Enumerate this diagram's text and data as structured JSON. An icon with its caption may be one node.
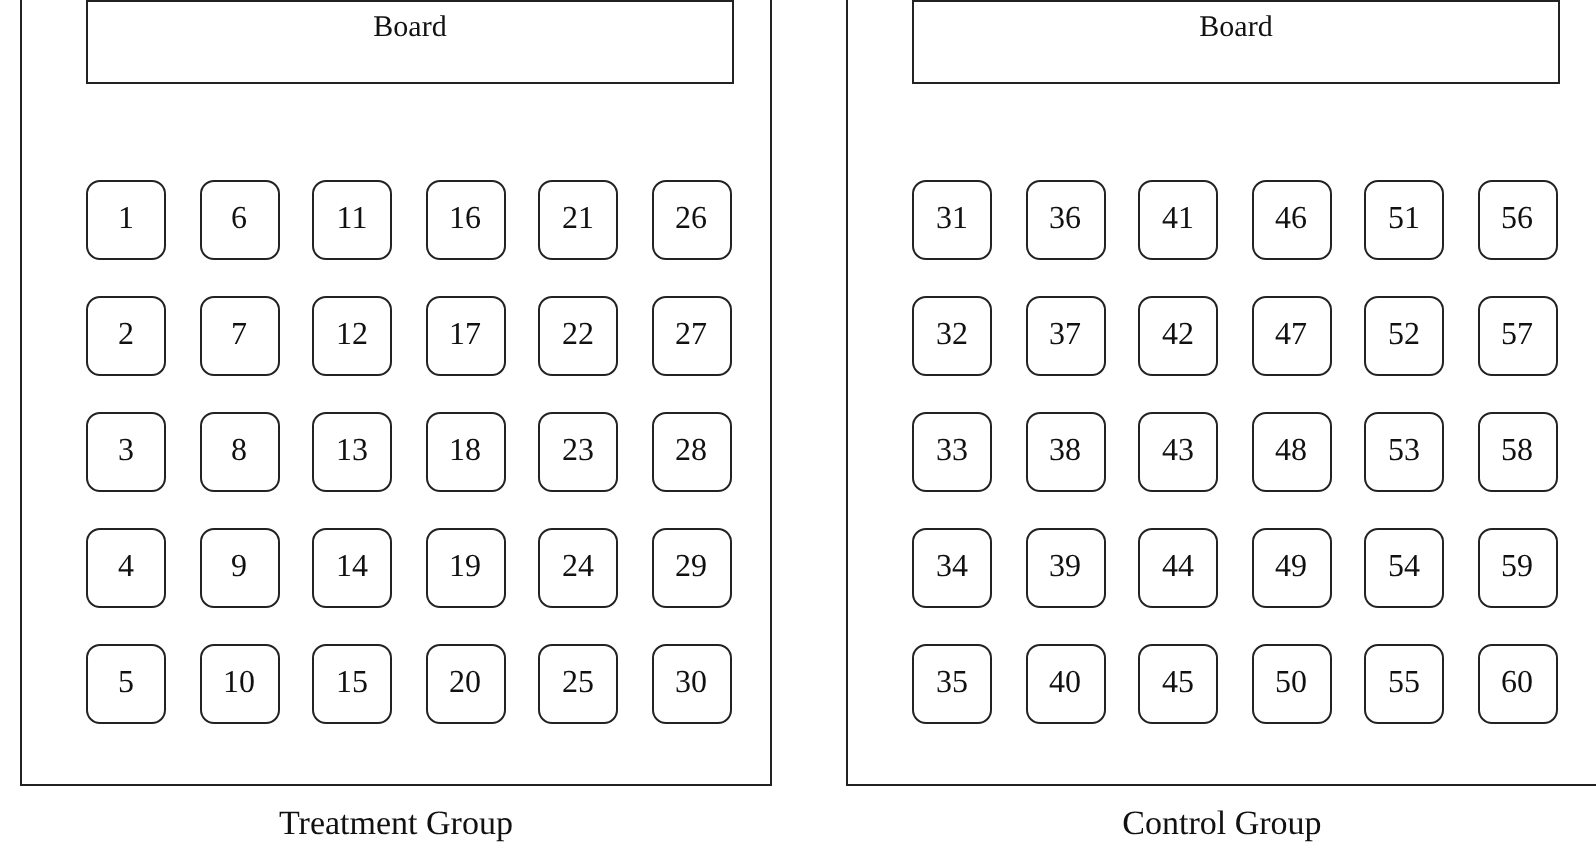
{
  "diagram": {
    "nodes": [
      {
        "text": [
          "Treatment Group"
        ]
      },
      {
        "text": [
          "Board"
        ],
        "in": 0
      },
      {
        "text": [
          "1"
        ],
        "in": 0
      },
      {
        "text": [
          "2"
        ],
        "in": 0
      },
      {
        "text": [
          "3"
        ],
        "in": 0
      },
      {
        "text": [
          "4"
        ],
        "in": 0
      },
      {
        "text": [
          "5"
        ],
        "in": 0
      },
      {
        "text": [
          "6"
        ],
        "in": 0
      },
      {
        "text": [
          "7"
        ],
        "in": 0
      },
      {
        "text": [
          "8"
        ],
        "in": 0
      },
      {
        "text": [
          "9"
        ],
        "in": 0
      },
      {
        "text": [
          "10"
        ],
        "in": 0
      },
      {
        "text": [
          "11"
        ],
        "in": 0
      },
      {
        "text": [
          "12"
        ],
        "in": 0
      },
      {
        "text": [
          "13"
        ],
        "in": 0
      },
      {
        "text": [
          "14"
        ],
        "in": 0
      },
      {
        "text": [
          "15"
        ],
        "in": 0
      },
      {
        "text": [
          "16"
        ],
        "in": 0
      },
      {
        "text": [
          "17"
        ],
        "in": 0
      },
      {
        "text": [
          "18"
        ],
        "in": 0
      },
      {
        "text": [
          "19"
        ],
        "in": 0
      },
      {
        "text": [
          "20"
        ],
        "in": 0
      },
      {
        "text": [
          "21"
        ],
        "in": 0
      },
      {
        "text": [
          "22"
        ],
        "in": 0
      },
      {
        "text": [
          "23"
        ],
        "in": 0
      },
      {
        "text": [
          "24"
        ],
        "in": 0
      },
      {
        "text": [
          "25"
        ],
        "in": 0
      },
      {
        "text": [
          "26"
        ],
        "in": 0
      },
      {
        "text": [
          "27"
        ],
        "in": 0
      },
      {
        "text": [
          "28"
        ],
        "in": 0
      },
      {
        "text": [
          "29"
        ],
        "in": 0
      },
      {
        "text": [
          "30"
        ],
        "in": 0
      },
      {
        "text": [
          "Control Group"
        ]
      },
      {
        "text": [
          "Board"
        ],
        "in": 32
      },
      {
        "text": [
          "31"
        ],
        "in": 32
      },
      {
        "text": [
          "32"
        ],
        "in": 32
      },
      {
        "text": [
          "33"
        ],
        "in": 32
      },
      {
        "text": [
          "34"
        ],
        "in": 32
      },
      {
        "text": [
          "35"
        ],
        "in": 32
      },
      {
        "text": [
          "36"
        ],
        "in": 32
      },
      {
        "text": [
          "37"
        ],
        "in": 32
      },
      {
        "text": [
          "38"
        ],
        "in": 32
      },
      {
        "text": [
          "39"
        ],
        "in": 32
      },
      {
        "text": [
          "40"
        ],
        "in": 32
      },
      {
        "text": [
          "41"
        ],
        "in": 32
      },
      {
        "text": [
          "42"
        ],
        "in": 32
      },
      {
        "text": [
          "43"
        ],
        "in": 32
      },
      {
        "text": [
          "44"
        ],
        "in": 32
      },
      {
        "text": [
          "45"
        ],
        "in": 32
      },
      {
        "text": [
          "46"
        ],
        "in": 32
      },
      {
        "text": [
          "47"
        ],
        "in": 32
      },
      {
        "text": [
          "48"
        ],
        "in": 32
      },
      {
        "text": [
          "49"
        ],
        "in": 32
      },
      {
        "text": [
          "50"
        ],
        "in": 32
      },
      {
        "text": [
          "51"
        ],
        "in": 32
      },
      {
        "text": [
          "52"
        ],
        "in": 32
      },
      {
        "text": [
          "53"
        ],
        "in": 32
      },
      {
        "text": [
          "54"
        ],
        "in": 32
      },
      {
        "text": [
          "55"
        ],
        "in": 32
      },
      {
        "text": [
          "56"
        ],
        "in": 32
      },
      {
        "text": [
          "57"
        ],
        "in": 32
      },
      {
        "text": [
          "58"
        ],
        "in": 32
      },
      {
        "text": [
          "59"
        ],
        "in": 32
      },
      {
        "text": [
          "60"
        ],
        "in": 32
      }
    ],
    "edges": []
  }
}
